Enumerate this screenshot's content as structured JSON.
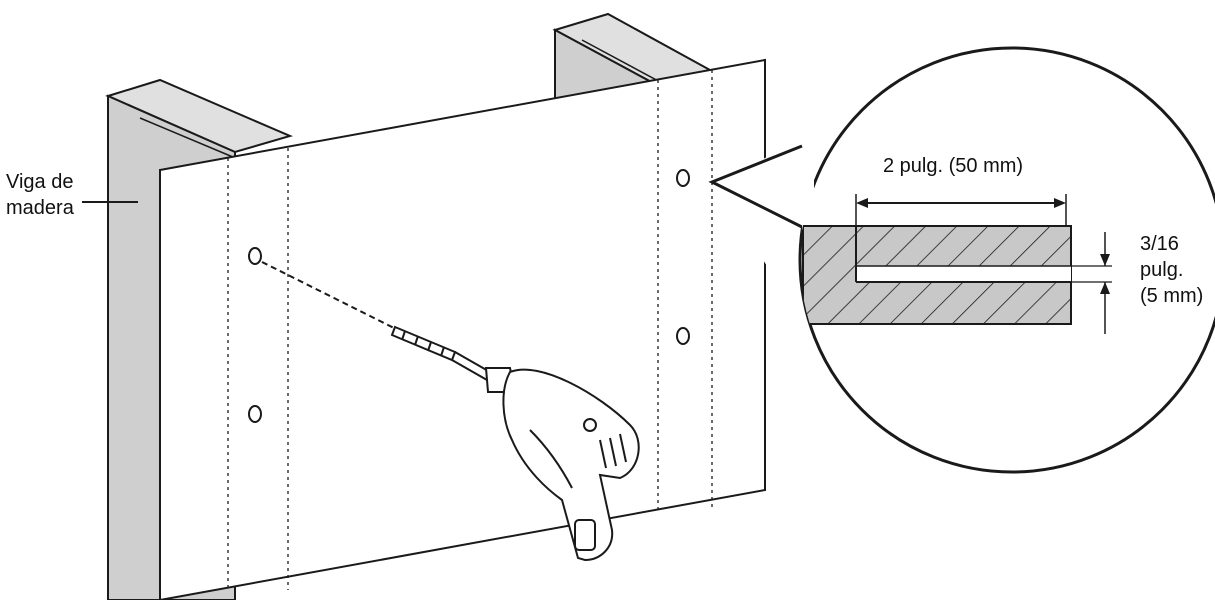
{
  "labels": {
    "beam_line1": "Viga de",
    "beam_line2": "madera",
    "width_dimension": "2 pulg. (50 mm)",
    "depth_line1": "3/16",
    "depth_line2": "pulg.",
    "depth_line3": "(5 mm)"
  },
  "colors": {
    "beam_fill": "#cfcfcf",
    "beam_top": "#e0e0e0",
    "panel_fill": "#ffffff",
    "stroke": "#1a1a1a",
    "hatch_fill": "#c8c8c8"
  },
  "icons": {
    "drill": "drill-icon",
    "callout": "magnifier-callout"
  }
}
